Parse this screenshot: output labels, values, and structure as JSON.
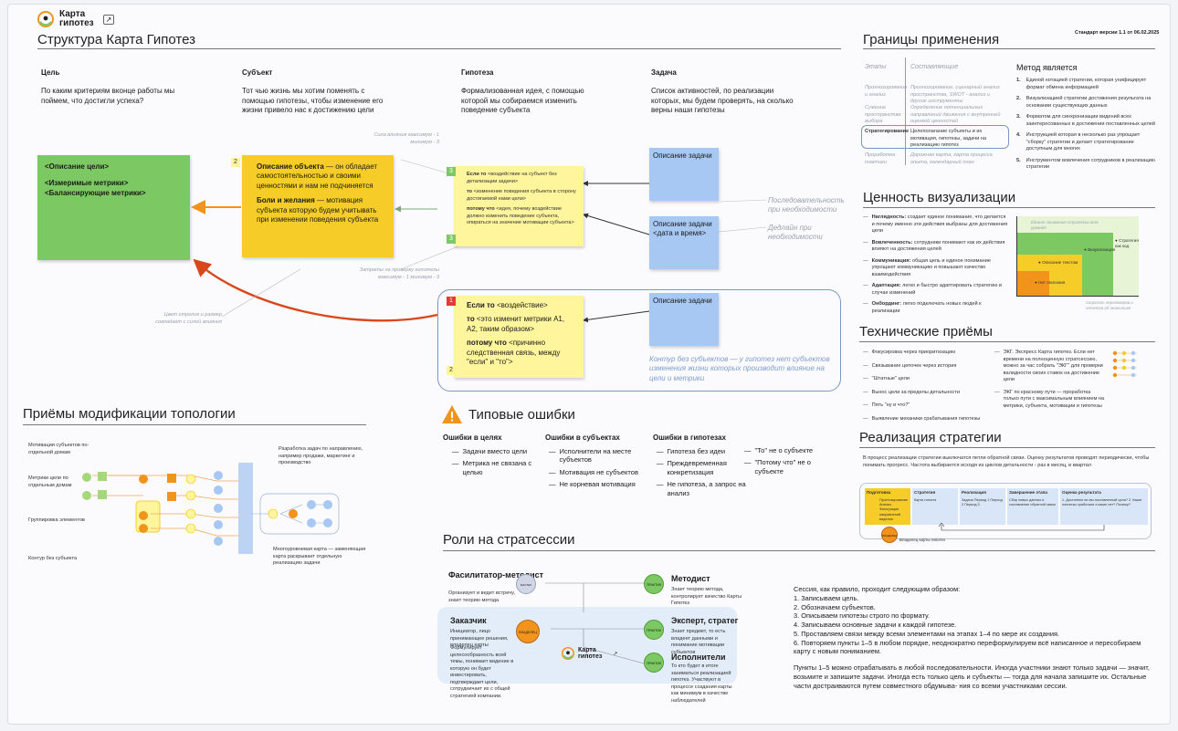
{
  "logo": {
    "line1": "Карта",
    "line2": "гипотез"
  },
  "version": "Стандарт версии 1.1 от 06.02.2025",
  "structure": {
    "title": "Структура Карта Гипотез",
    "cols": [
      {
        "h": "Цель",
        "d": "По каким критериям вконце работы мы поймем, что достигли успеха?"
      },
      {
        "h": "Субъект",
        "d": "Тот чью жизнь мы хотим поменять с помощью гипотезы, чтобы изменение его жизни привело нас к достижению цели"
      },
      {
        "h": "Гипотеза",
        "d": "Формализованная идея, с помощью которой мы собираемся изменить поведение субъекта"
      },
      {
        "h": "Задача",
        "d": "Список активностей, по реализации которых, мы будем проверять, на сколько верны наши гипотезы"
      }
    ],
    "goal_card": {
      "l1": "<Описание цели>",
      "l2": "<Измеримые метрики>",
      "l3": "<Балансирующие метрики>"
    },
    "subject_card": {
      "badge": "2",
      "b1": "Описание объекта",
      "t1": " — он обладает самостоятельностью и своими ценностями и нам не подчиняется",
      "b2": "Боли и желания",
      "t2": " — мотивация субъекта которую будем учитывать при изменении поведения субъекта"
    },
    "hyp_card": {
      "badge": "3",
      "badge2": "3",
      "b1": "Если то",
      "t1": " <воздействие на субъект без детализации задачи>",
      "b2": "то",
      "t2": " <изменение поведения субъекта в сторону достигаемой нами цели>",
      "b3": "потому что",
      "t3": " <идея, почему воздействие должно изменить поведение субъекта, опираться на значение мотивации субъекта>"
    },
    "task1": "Описание задачи",
    "task2": "Описание задачи <дата и время>",
    "task3": "Описание задачи",
    "note_seq": "Последовательность при необходимости",
    "note_deadline": "Дедлайн при необходимости",
    "note_power": "Сила влияния максимум - 1 минимум - 3",
    "note_cost": "Затраты на проверку гипотезы максимум - 1 минимум - 3",
    "note_arrow": "Цвет стрелок и размер совпадает с силой влияния",
    "hyp2": {
      "badge": "1",
      "badge2": "2",
      "b1": "Если то",
      "t1": " <воздействие>",
      "b2": "то",
      "t2": " <это изменит метрики А1, А2, таким образом>",
      "b3": "потому что",
      "t3": " <причинно следственная связь, между \"если\" и \"то\">"
    },
    "contour_note": "Контур без субъектов  — у гипотез нет субъектов изменения жизни которых производит влияние на цели и метрики"
  },
  "bounds": {
    "title": "Границы применения",
    "stages_h": "Этапы",
    "compose_h": "Составляющие",
    "rows": [
      {
        "stage": "Прогнозирование и анализ",
        "comp": "Прогнозирование, сценарный анализ пространства, SWOT - анализ и другие инструменты"
      },
      {
        "stage": "Сужение пространства выбора",
        "comp": "Определение потенциальных направлений движения с внутренней оценкой ценностей"
      },
      {
        "stage": "Стратегирование",
        "comp": "Целеполагание субъекты и их мотивация, гипотезы, задачи на реализацию гипотез"
      },
      {
        "stage": "Проработка тактики",
        "comp": "Дорожная карта, карта процесса опыта, календарный план"
      }
    ],
    "method_h": "Метод является",
    "method": [
      "Единой нотацией стратегии, которая унифицирует формат обмена информацией",
      "Визуализацией стратегии достижения результата на основании существующих данных",
      "Форматом для синхронизации видений всех заинтересованных в достижении поставленных целей",
      "Инструкцией которая в несколько раз упрощает \"сборку\" стратегии и делает стратегирование доступным для многих",
      "Инструментом вовлечения сотрудников в реализацию стратегии"
    ]
  },
  "value": {
    "title": "Ценность визуализации",
    "items": [
      {
        "b": "Наглядность:",
        "t": " создает единое понимание, что делается и почему именно эти действия выбраны для достижения цели"
      },
      {
        "b": "Вовлеченность:",
        "t": " сотрудники понимают как их действия влияют на достижения целей"
      },
      {
        "b": "Коммуникация:",
        "t": " общая цель и единое понимание упрощают коммуникацию и повышают качество взаимодействия"
      },
      {
        "b": "Адаптация:",
        "t": " легко и быстро адаптировать стратегию в случае изменений"
      },
      {
        "b": "Онбординг:",
        "t": " легко подключать новых людей к реализации"
      }
    ],
    "chart": {
      "ylab": "Единое понимание стратегии всех уровней",
      "xlab": "Скорость переговоров и отчетов об аналитике",
      "p1": "Стратегия как код",
      "p2": "Визуализация",
      "p3": "Описание текстом",
      "p4": "Нет описания"
    }
  },
  "tech": {
    "title": "Технические приёмы",
    "left": [
      "Фокусировка через приоритизацию",
      "Связывание цепочек через история",
      "\"Штатные\" цели",
      "Вынос цели за пределы детальности",
      "Пять \"ну и что?\"",
      "Выявление механики срабатывания гипотезы"
    ],
    "right": [
      "ЭКГ. Экспресс Карта гипотез. Если нет времени на полноценную стратсессию, можно за час собрать \"ЭКГ\" для проверки валидности своих ставок на достижение цели",
      "ЭКГ по красному пути — проработка только пути с максимальным влиянием на метрики, субъекта, мотивации и гипотезы"
    ]
  },
  "realize": {
    "title": "Реализация стратегии",
    "desc": "В процесс реализации стратегии выключатся петли обратной связи. Оценку результатов проводят периодически, чтобы понимать прогресс. Частота выбирается исходя из циклов детальности - раз в месяц, в квартал",
    "steps": [
      {
        "h": "Подготовка",
        "t": "Прогнозирование Анализ Фильтрация направлений видения"
      },
      {
        "h": "Стратегия",
        "t": "Карта гипотез"
      },
      {
        "h": "Реализация",
        "t": "Задачи   Период 1 Период 2 Период 3"
      },
      {
        "h": "Завершение этапа",
        "t": "Сбор новых данных и составление обратной связи"
      },
      {
        "h": "Оценка результата",
        "t": "1. Достигнем ли мы поставленной цели? 2. Какие гипотезы сработали а какие нет? Почему?"
      }
    ],
    "owner": "Владелец карты гипотез"
  },
  "topology": {
    "title": "Приёмы модификации топологии",
    "labels": [
      "Мотивации субъектов по-отдельной домам",
      "Метрики цели по отдельным домам",
      "Группировка элементов",
      "Контур без субъекта",
      "Разработка задач по направлению, например продажи, маркетинг и производство",
      "Многоуровневая карта — заменяющая карта раскрывает отдельную реализацию задачи"
    ]
  },
  "errors": {
    "title": "Типовые ошибки",
    "cols": [
      {
        "h": "Ошибки в целях",
        "items": [
          "Задачи вместо цели",
          "Метрика не связана с целью"
        ]
      },
      {
        "h": "Ошибки в субъектах",
        "items": [
          "Исполнители на месте субъектов",
          "Мотивация не субъектов",
          "Не корневая мотивация"
        ]
      },
      {
        "h": "Ошибки в гипотезах",
        "items": [
          "Гипотеза без идеи",
          "Преждевременная конкретизация",
          "Не гипотеза, а запрос на анализ"
        ]
      },
      {
        "h": "",
        "items": [
          "\"То\" не о субъекте",
          "\"Потому что\" не о субъекте"
        ]
      }
    ]
  },
  "roles": {
    "title": "Роли на стратсессии",
    "fac": {
      "h": "Фасилитатор-методист",
      "t": "Организует и ведет встречу, знает теорию метода"
    },
    "met": {
      "h": "Методист",
      "t": "Знает теорию метода, контролирует качество Карты Гипотез"
    },
    "cust": {
      "h": "Заказчик",
      "t": "Инициатор, лицо принимающее решения, владелец карты",
      "t2": "Формулирует целесообразность всей темы, понимает видение в которую он будет инвестировать, подтверждает цели, сотрудничает их с общей стратегией компании."
    },
    "exp": {
      "h": "Эксперт, стратег",
      "t": "Знает предмет, то есть владеет данными и понимание мотивации субъектов"
    },
    "exe": {
      "h": "Исполнители",
      "t": "То кто будет в итоге заниматься реализацией гипотез. Участвуют в процессе создания карты как минимум в качестве наблюдателей"
    },
    "badges": {
      "fac": "МАСТЕР",
      "met": "ПРАКТИК",
      "cust": "ВЛАДЕЛЕЦ",
      "exp": "ПРАКТИК",
      "exe": "ПРАКТИК"
    }
  },
  "session": {
    "lead": "Сессия, как правило, проходит следующим образом:",
    "steps": [
      "1. Записываем цель.",
      "2. Обозначаем субъектов.",
      "3. Описываем гипотезы строго по формату.",
      "4. Записываем основные задачи к каждой гипотезе.",
      "5. Проставляем связи между всеми элементами на этапах 1–4 по мере их создания.",
      "6. Повторяем пункты 1–5 в любом порядке, неоднократно переформулируем всё написанное и пересобираем карту с новым пониманием."
    ],
    "tail": "Пункты 1–5 можно отрабатывать в любой последовательности. Иногда участники знают только задачи — значит, возьмите и запишите задачи. Иногда есть только цель и субъекты — тогда для начала запишите их. Остальные части достраиваются путем совместного обдумыва- ния со всеми участниками сессии."
  },
  "colors": {
    "green": "#7cc862",
    "yellow": "#f6cc28",
    "paleyellow": "#fff59d",
    "blue": "#a7c8f2",
    "orange": "#f2941c",
    "red": "#d9471c"
  }
}
